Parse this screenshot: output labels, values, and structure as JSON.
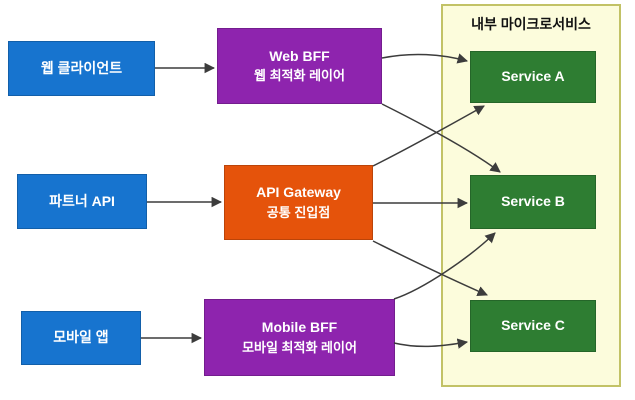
{
  "colors": {
    "client-fill": "#1774CF",
    "bff-fill": "#8E24AE",
    "gateway-fill": "#E5530B",
    "service-fill": "#2E7D32",
    "group-fill": "#FCFCDC",
    "group-border": "#C2C266",
    "edge": "#3C3C3C",
    "box-text": "#FFFFFF",
    "group-title-text": "#111111"
  },
  "nodes": {
    "web_client": {
      "label": "웹 클라이언트"
    },
    "partner_api": {
      "label": "파트너 API"
    },
    "mobile_app": {
      "label": "모바일 앱"
    },
    "web_bff": {
      "title": "Web BFF",
      "subtitle": "웹 최적화 레이어"
    },
    "api_gateway": {
      "title": "API Gateway",
      "subtitle": "공통 진입점"
    },
    "mobile_bff": {
      "title": "Mobile BFF",
      "subtitle": "모바일 최적화 레이어"
    },
    "service_a": {
      "label": "Service A"
    },
    "service_b": {
      "label": "Service B"
    },
    "service_c": {
      "label": "Service C"
    }
  },
  "group": {
    "title": "내부 마이크로서비스"
  },
  "edges": [
    {
      "from": "web_client",
      "to": "web_bff"
    },
    {
      "from": "partner_api",
      "to": "api_gateway"
    },
    {
      "from": "mobile_app",
      "to": "mobile_bff"
    },
    {
      "from": "web_bff",
      "to": "service_a"
    },
    {
      "from": "web_bff",
      "to": "service_b"
    },
    {
      "from": "api_gateway",
      "to": "service_a"
    },
    {
      "from": "api_gateway",
      "to": "service_b"
    },
    {
      "from": "api_gateway",
      "to": "service_c"
    },
    {
      "from": "mobile_bff",
      "to": "service_b"
    },
    {
      "from": "mobile_bff",
      "to": "service_c"
    }
  ]
}
